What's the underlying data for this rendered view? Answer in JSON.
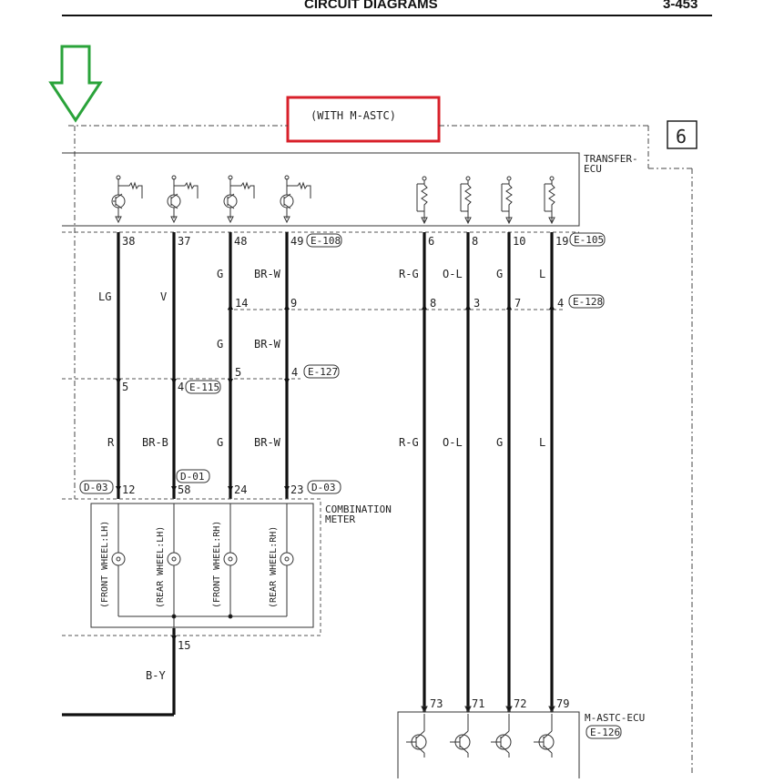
{
  "header": {
    "section_title": "CIRCUIT DIAGRAMS",
    "page_number": "3-453"
  },
  "variant_label": "(WITH M-ASTC)",
  "page_ref": "6",
  "components": {
    "transfer_ecu": {
      "line1": "TRANSFER-",
      "line2": "ECU"
    },
    "combination_meter": {
      "line1": "COMBINATION",
      "line2": "METER"
    },
    "m_astc_ecu": {
      "line1": "M-ASTC-ECU",
      "connector": "E-126"
    }
  },
  "connectors": {
    "e108": "E-108",
    "e105": "E-105",
    "e128": "E-128",
    "e127": "E-127",
    "e115": "E-115",
    "d03_left": "D-03",
    "d01": "D-01",
    "d03_right": "D-03"
  },
  "wires_left": [
    {
      "pin_top": "38",
      "color_top": "LG",
      "pin_mid1": "",
      "color_mid": "",
      "pin_mid2": "5",
      "color_bottom": "R",
      "pin_meter": "12"
    },
    {
      "pin_top": "37",
      "color_top": "V",
      "pin_mid1": "",
      "color_mid": "",
      "pin_mid2": "4",
      "color_bottom": "BR-B",
      "pin_meter": "58"
    },
    {
      "pin_top": "48",
      "color_top": "G",
      "pin_mid1": "14",
      "color_mid": "G",
      "pin_mid2": "5",
      "color_bottom": "G",
      "pin_meter": "24"
    },
    {
      "pin_top": "49",
      "color_top": "BR-W",
      "pin_mid1": "9",
      "color_mid": "BR-W",
      "pin_mid2": "4",
      "color_bottom": "BR-W",
      "pin_meter": "23"
    }
  ],
  "wires_right": [
    {
      "pin_top": "6",
      "color_top": "R-G",
      "pin_mid": "8",
      "color_bottom": "R-G",
      "pin_ecu": "73"
    },
    {
      "pin_top": "8",
      "color_top": "O-L",
      "pin_mid": "3",
      "color_bottom": "O-L",
      "pin_ecu": "71"
    },
    {
      "pin_top": "10",
      "color_top": "G",
      "pin_mid": "7",
      "color_bottom": "G",
      "pin_ecu": "72"
    },
    {
      "pin_top": "19",
      "color_top": "L",
      "pin_mid": "4",
      "color_bottom": "L",
      "pin_ecu": "79"
    }
  ],
  "meter_channels": [
    "(FRONT WHEEL:LH)",
    "(REAR WHEEL:LH)",
    "(FRONT WHEEL:RH)",
    "(REAR WHEEL:RH)"
  ],
  "meter_common": {
    "pin": "15",
    "color": "B-Y"
  },
  "colors": {
    "annotation_box": "#d8202a",
    "arrow": "#2aa33a",
    "line": "#111111"
  }
}
